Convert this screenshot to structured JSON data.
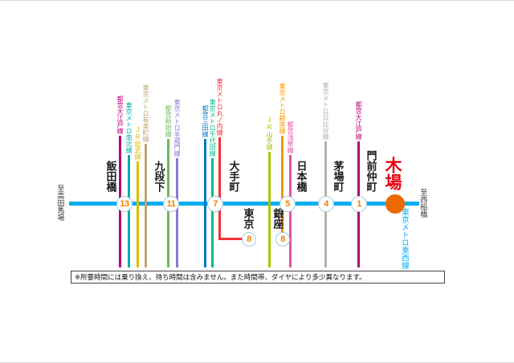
{
  "terminals": {
    "left": "至高田馬場",
    "right": "至西船橋"
  },
  "main_line": {
    "name": "東京メトロ東西線"
  },
  "destination": {
    "name": "木場"
  },
  "stations": [
    {
      "name": "飯田橋",
      "time": "13"
    },
    {
      "name": "九段下",
      "time": "11"
    },
    {
      "name": "大手町",
      "time": "7"
    },
    {
      "name": "日本橋",
      "time": "5"
    },
    {
      "name": "茅場町",
      "time": "4"
    },
    {
      "name": "門前仲町",
      "time": "1"
    }
  ],
  "branch_stations": [
    {
      "name": "東京",
      "time": "8"
    },
    {
      "name": "銀座",
      "time": "8"
    }
  ],
  "transfer_lines": [
    {
      "station": "飯田橋",
      "name": "都営大江戸線",
      "color": "#B6007A"
    },
    {
      "station": "飯田橋",
      "name": "東京メトロ南北線",
      "color": "#00ADA9"
    },
    {
      "station": "飯田橋",
      "name": "JR総武線",
      "color": "#DFBA00"
    },
    {
      "station": "飯田橋",
      "name": "東京メトロ有楽町線",
      "color": "#C1A470"
    },
    {
      "station": "九段下",
      "name": "都営新宿線",
      "color": "#6CBB5A"
    },
    {
      "station": "九段下",
      "name": "東京メトロ半蔵門線",
      "color": "#8F76D6"
    },
    {
      "station": "大手町",
      "name": "都営三田線",
      "color": "#0079C2"
    },
    {
      "station": "大手町",
      "name": "東京メトロ千代田線",
      "color": "#00BB85"
    },
    {
      "station": "大手町",
      "name": "東京メトロ丸ノ内線",
      "color": "#F62E36"
    },
    {
      "station": "東京",
      "name": "JR山手線",
      "color": "#A8C600"
    },
    {
      "station": "日本橋",
      "name": "東京メトロ銀座線",
      "color": "#F39700"
    },
    {
      "station": "日本橋",
      "name": "都営浅草線",
      "color": "#E85298"
    },
    {
      "station": "茅場町",
      "name": "東京メトロ日比谷線",
      "color": "#B2B2A8"
    },
    {
      "station": "門前仲町",
      "name": "都営大江戸線",
      "color": "#B6007A"
    }
  ],
  "note": "※所要時間には乗り換え、待ち時間は含みません。また時間帯、ダイヤにより多少異なります。",
  "colors": {
    "main_line": "#00AEEF",
    "destination_fill": "#EC6800",
    "destination_text": "#E60012",
    "time_number": "#F08300",
    "circle_border": "#A5C9DC"
  }
}
